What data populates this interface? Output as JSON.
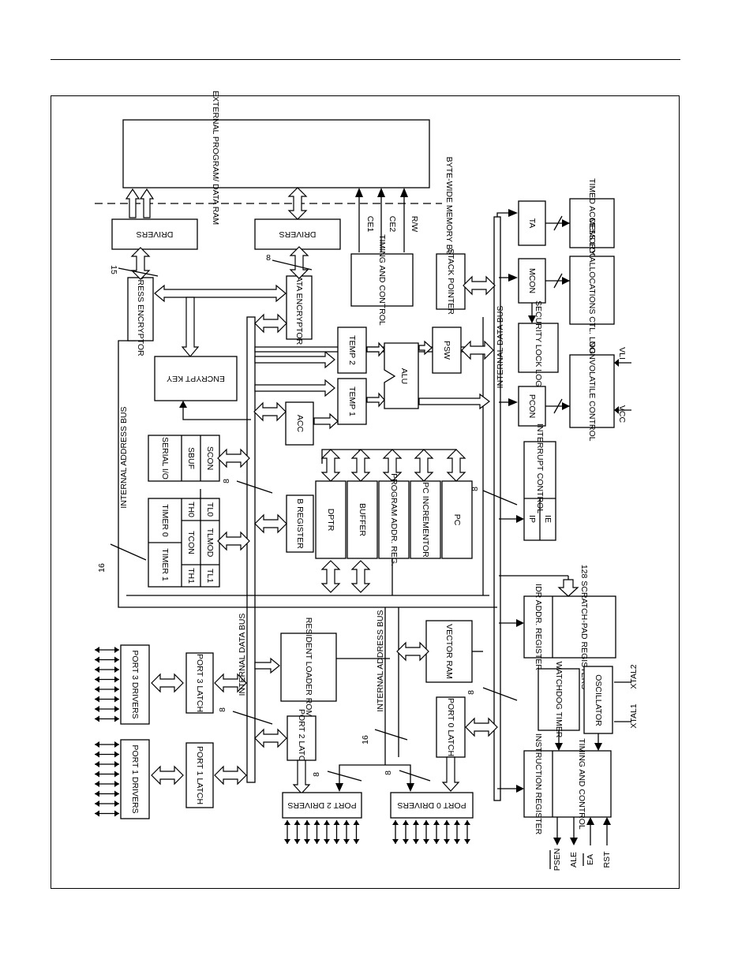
{
  "blocks": {
    "ext_ram": "EXTERNAL PROGRAM/ DATA RAM",
    "drivers_a": "DRIVERS",
    "drivers_d": "DRIVERS",
    "addr_enc": "ADDRESS ENCRYPTOR",
    "data_enc": "DATA ENCRYPTOR",
    "encrypt_key": "ENCRYPT KEY",
    "timing_top": "TIMING AND CONTROL",
    "serial_io": "SERIAL I/O",
    "sbuf": "SBUF",
    "scon": "SCON",
    "timer0": "TIMER 0",
    "timer1": "TIMER 1",
    "th0": "TH0",
    "tl0": "TL0",
    "tcon": "TCON",
    "tlmod": "TLMOD",
    "th1": "TH1",
    "tl1": "TL1",
    "acc": "ACC",
    "temp1": "TEMP 1",
    "temp2": "TEMP 2",
    "alu": "ALU",
    "psw": "PSW",
    "stack_pointer": "STACK POINTER",
    "b_register": "B REGISTER",
    "dptr": "DPTR",
    "buffer": "BUFFER",
    "prog_addr_reg": "PROGRAM ADDR. REG.",
    "pc_incrementor": "PC INCREMENTOR",
    "pc": "PC",
    "ta": "TA",
    "timed_access": "TIMED ACCESS LOGIC",
    "mcon": "MCON",
    "mem_alloc": "MEMORY ALLOCATIONS CTL. LOGIC",
    "security_lock": "SECURITY LOCK LOGIC",
    "pcon": "PCON",
    "nv_control": "NONVOLATILE CONTROL",
    "interrupt_control": "INTERRUPT CONTROL",
    "ip": "IP",
    "ie": "IE",
    "idr_addr": "IDR ADDR. REGISTER",
    "scratch_pad": "128 SCRATCH-PAD REGISTERS",
    "watchdog": "WATCHDOG TIMER",
    "oscillator": "OSCILLATOR",
    "instr_reg": "INSTRUCTION REGISTER",
    "timing_bottom": "TIMING AND CONTROL",
    "resident_rom": "RESIDENT LOADER ROM",
    "vector_ram": "VECTOR RAM",
    "port0_latch": "PORT 0 LATCH",
    "port2_latch": "PORT 2 LATCH",
    "port0_drivers": "PORT 0 DRIVERS",
    "port2_drivers": "PORT 2 DRIVERS",
    "port1_latch": "PORT 1 LATCH",
    "port3_latch": "PORT 3 LATCH",
    "port1_drivers": "PORT 1 DRIVERS",
    "port3_drivers": "PORT 3 DRIVERS"
  },
  "buses": {
    "byte_wide": "BYTE-WIDE MEMORY BUS",
    "internal_address_top": "INTERNAL ADDRESS BUS",
    "internal_data_left": "INTERNAL DATA BUS",
    "internal_data_right": "INTERNAL DATA BUS",
    "internal_address_mid": "INTERNAL ADDRESS BUS"
  },
  "signals": {
    "ce1": "CE1",
    "ce2": "CE2",
    "rw": "R/W",
    "vli": "VLI",
    "vcc": "VCC",
    "xtal1": "XTAL1",
    "xtal2": "XTAL2",
    "psen": "PSEN",
    "ale": "ALE",
    "ea": "EA",
    "rst": "RST"
  },
  "widths": {
    "w15": "15",
    "w8_data_enc": "8",
    "w16_top": "16",
    "w8_serial": "8",
    "w8_right": "8",
    "w8_port": "8",
    "w16_mid": "16",
    "w8_p2": "8",
    "w8_p0": "8",
    "w8_vector": "8"
  }
}
